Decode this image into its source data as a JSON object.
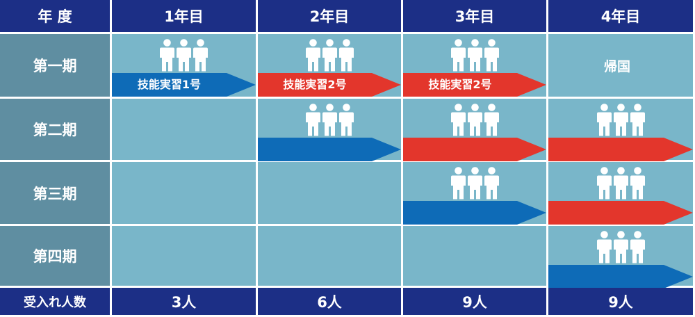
{
  "colors": {
    "header_bg": "#1c2f86",
    "row_label_bg": "#5f8ea1",
    "cell_bg": "#79b6c9",
    "ginou1_blue": "#0e6bb7",
    "ginou2_red": "#e3362c",
    "text": "#ffffff"
  },
  "header": {
    "corner": "年 度",
    "years": [
      "1年目",
      "2年目",
      "3年目",
      "4年目"
    ]
  },
  "rows": [
    {
      "label": "第一期",
      "cells": [
        {
          "people": true,
          "arrow": "blue",
          "arrow_label": "技能実習1号"
        },
        {
          "people": true,
          "arrow": "red",
          "arrow_label": "技能実習2号"
        },
        {
          "people": true,
          "arrow": "red",
          "arrow_label": "技能実習2号"
        },
        {
          "text": "帰国"
        }
      ]
    },
    {
      "label": "第二期",
      "cells": [
        {},
        {
          "people": true,
          "arrow": "blue"
        },
        {
          "people": true,
          "arrow": "red"
        },
        {
          "people": true,
          "arrow": "red"
        }
      ]
    },
    {
      "label": "第三期",
      "cells": [
        {},
        {},
        {
          "people": true,
          "arrow": "blue"
        },
        {
          "people": true,
          "arrow": "red"
        }
      ]
    },
    {
      "label": "第四期",
      "cells": [
        {},
        {},
        {},
        {
          "people": true,
          "arrow": "blue"
        }
      ]
    }
  ],
  "footer": {
    "label": "受入れ人数",
    "counts": [
      "3人",
      "6人",
      "9人",
      "9人"
    ]
  },
  "icons": {
    "person": "person-icon"
  }
}
